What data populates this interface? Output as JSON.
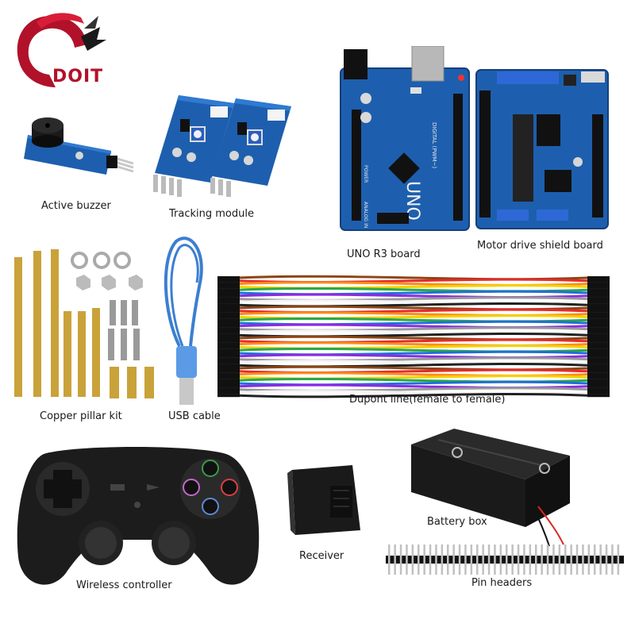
{
  "logo": {
    "text": "DOIT",
    "color": "#b1122a"
  },
  "labels": {
    "active_buzzer": "Active buzzer",
    "tracking_module": "Tracking module",
    "uno_board": "UNO R3 board",
    "motor_shield": "Motor drive shield board",
    "copper_pillar": "Copper pillar kit",
    "usb_cable": "USB cable",
    "dupont_line": "Dupont line(female to female)",
    "wireless_controller": "Wireless controller",
    "receiver": "Receiver",
    "battery_box": "Battery box",
    "pin_headers": "Pin headers"
  },
  "board_text": {
    "uno": "UNO",
    "digital": "DIGITAL (PWM~)",
    "power": "POWER",
    "analog": "ANALOG IN"
  },
  "colors": {
    "pcb_blue": "#1d5fae",
    "pcb_dark": "#163f7a",
    "brass": "#c9a23a",
    "controller": "#1c1c1c",
    "usb": "#3b7fd0"
  },
  "dupont_wire_colors": [
    "#8b4513",
    "#e52b2b",
    "#ff8c1a",
    "#f2d200",
    "#2aa84a",
    "#1e6fd9",
    "#8a2be2",
    "#9a9a9a",
    "#f5f5f5",
    "#222222"
  ]
}
